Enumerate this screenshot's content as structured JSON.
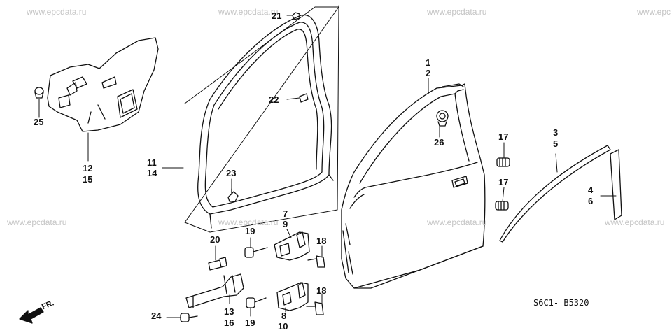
{
  "watermark": "www.epcdata.ru",
  "watermark_partial": "www.epc",
  "diagram_code": "S6C1- B5320",
  "front_label": "FR.",
  "part_labels": {
    "p1": "1",
    "p2": "2",
    "p3": "3",
    "p4": "4",
    "p5": "5",
    "p6": "6",
    "p7": "7",
    "p8": "8",
    "p9": "9",
    "p10": "10",
    "p11": "11",
    "p12": "12",
    "p13": "13",
    "p14": "14",
    "p15": "15",
    "p16": "16",
    "p17a": "17",
    "p17b": "17",
    "p18a": "18",
    "p18b": "18",
    "p19a": "19",
    "p19b": "19",
    "p20": "20",
    "p21": "21",
    "p22": "22",
    "p23": "23",
    "p24": "24",
    "p25": "25",
    "p26": "26"
  }
}
